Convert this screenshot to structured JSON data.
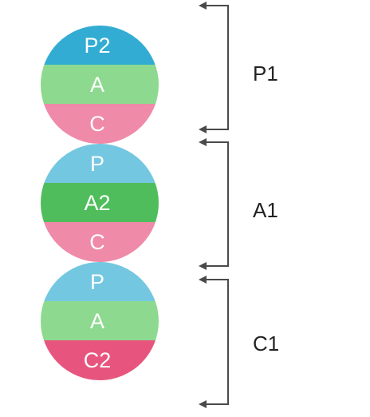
{
  "colors": {
    "P": "#74c7e0",
    "P_dark": "#33acd4",
    "A": "#8dd98f",
    "A_dark": "#4fbd5c",
    "C": "#ef8aa8",
    "C_dark": "#e7557f",
    "bracket": "#4a4a4a"
  },
  "circles": [
    {
      "bands": [
        {
          "label": "P2",
          "color": "#33acd4"
        },
        {
          "label": "A",
          "color": "#8dd98f"
        },
        {
          "label": "C",
          "color": "#ef8aa8"
        }
      ],
      "bracket_label": "P1"
    },
    {
      "bands": [
        {
          "label": "P",
          "color": "#74c7e0"
        },
        {
          "label": "A2",
          "color": "#4fbd5c"
        },
        {
          "label": "C",
          "color": "#ef8aa8"
        }
      ],
      "bracket_label": "A1"
    },
    {
      "bands": [
        {
          "label": "P",
          "color": "#74c7e0"
        },
        {
          "label": "A",
          "color": "#8dd98f"
        },
        {
          "label": "C2",
          "color": "#e7557f"
        }
      ],
      "bracket_label": "C1"
    }
  ]
}
